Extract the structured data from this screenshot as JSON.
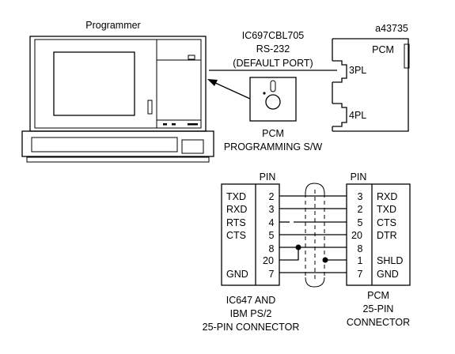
{
  "figure_id": "a43735",
  "programmer": {
    "label": "Programmer"
  },
  "cable": {
    "line1": "IC697CBL705",
    "line2": "RS-232",
    "line3": "(DEFAULT PORT)"
  },
  "pcm": {
    "label": "PCM",
    "port_3": "3PL",
    "port_4": "4PL"
  },
  "software": {
    "line1": "PCM",
    "line2": "PROGRAMMING S/W"
  },
  "left_connector": {
    "pin_header": "PIN",
    "rows": [
      {
        "signal": "TXD",
        "pin": "2"
      },
      {
        "signal": "RXD",
        "pin": "3"
      },
      {
        "signal": "RTS",
        "pin": "4"
      },
      {
        "signal": "CTS",
        "pin": "5"
      },
      {
        "signal": "",
        "pin": "8"
      },
      {
        "signal": "",
        "pin": "20"
      },
      {
        "signal": "GND",
        "pin": "7"
      }
    ],
    "caption1": "IC647 AND",
    "caption2": "IBM PS/2",
    "caption3": "25-PIN CONNECTOR"
  },
  "right_connector": {
    "pin_header": "PIN",
    "rows": [
      {
        "pin": "3",
        "signal": "RXD"
      },
      {
        "pin": "2",
        "signal": "TXD"
      },
      {
        "pin": "5",
        "signal": "CTS"
      },
      {
        "pin": "20",
        "signal": "DTR"
      },
      {
        "pin": "8",
        "signal": ""
      },
      {
        "pin": "1",
        "signal": "SHLD"
      },
      {
        "pin": "7",
        "signal": "GND"
      }
    ],
    "caption1": "PCM",
    "caption2": "25-PIN",
    "caption3": "CONNECTOR"
  }
}
